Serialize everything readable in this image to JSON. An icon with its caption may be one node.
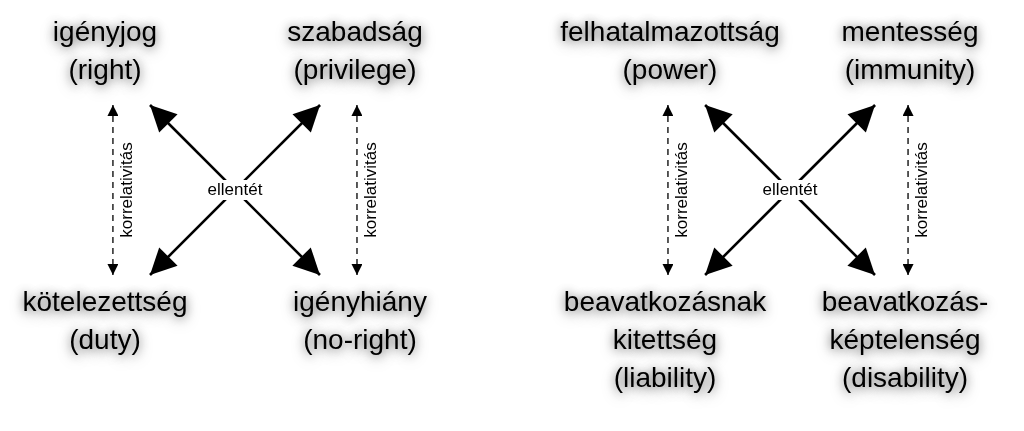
{
  "diagram": {
    "nodes": [
      {
        "text": [
          "igényjog",
          "(right)"
        ]
      },
      {
        "text": [
          "szabadság",
          "(privilege)"
        ]
      },
      {
        "text": [
          "kötelezettség",
          "(duty)"
        ]
      },
      {
        "text": [
          "igényhiány",
          "(no-right)"
        ]
      },
      {
        "text": [
          "felhatalmazottság",
          "(power)"
        ]
      },
      {
        "text": [
          "mentesség",
          "(immunity)"
        ]
      },
      {
        "text": [
          "beavatkozásnak kitettség",
          "(liability)"
        ]
      },
      {
        "text": [
          "beavatkozás-képtelenség",
          "(disability)"
        ]
      }
    ],
    "edges": [
      {
        "from": 0,
        "to": 3,
        "arrow": "both",
        "label": "ellentét"
      },
      {
        "from": 1,
        "to": 2,
        "arrow": "both"
      },
      {
        "from": 0,
        "to": 2,
        "arrow": "both",
        "style": "dashed",
        "label": "korrelativitás"
      },
      {
        "from": 1,
        "to": 3,
        "arrow": "both",
        "style": "dashed",
        "label": "korrelativitás"
      },
      {
        "from": 4,
        "to": 7,
        "arrow": "both",
        "label": "ellentét"
      },
      {
        "from": 5,
        "to": 6,
        "arrow": "both"
      },
      {
        "from": 4,
        "to": 6,
        "arrow": "both",
        "style": "dashed",
        "label": "korrelativitás"
      },
      {
        "from": 5,
        "to": 7,
        "arrow": "both",
        "style": "dashed",
        "label": "korrelativitás"
      }
    ]
  }
}
